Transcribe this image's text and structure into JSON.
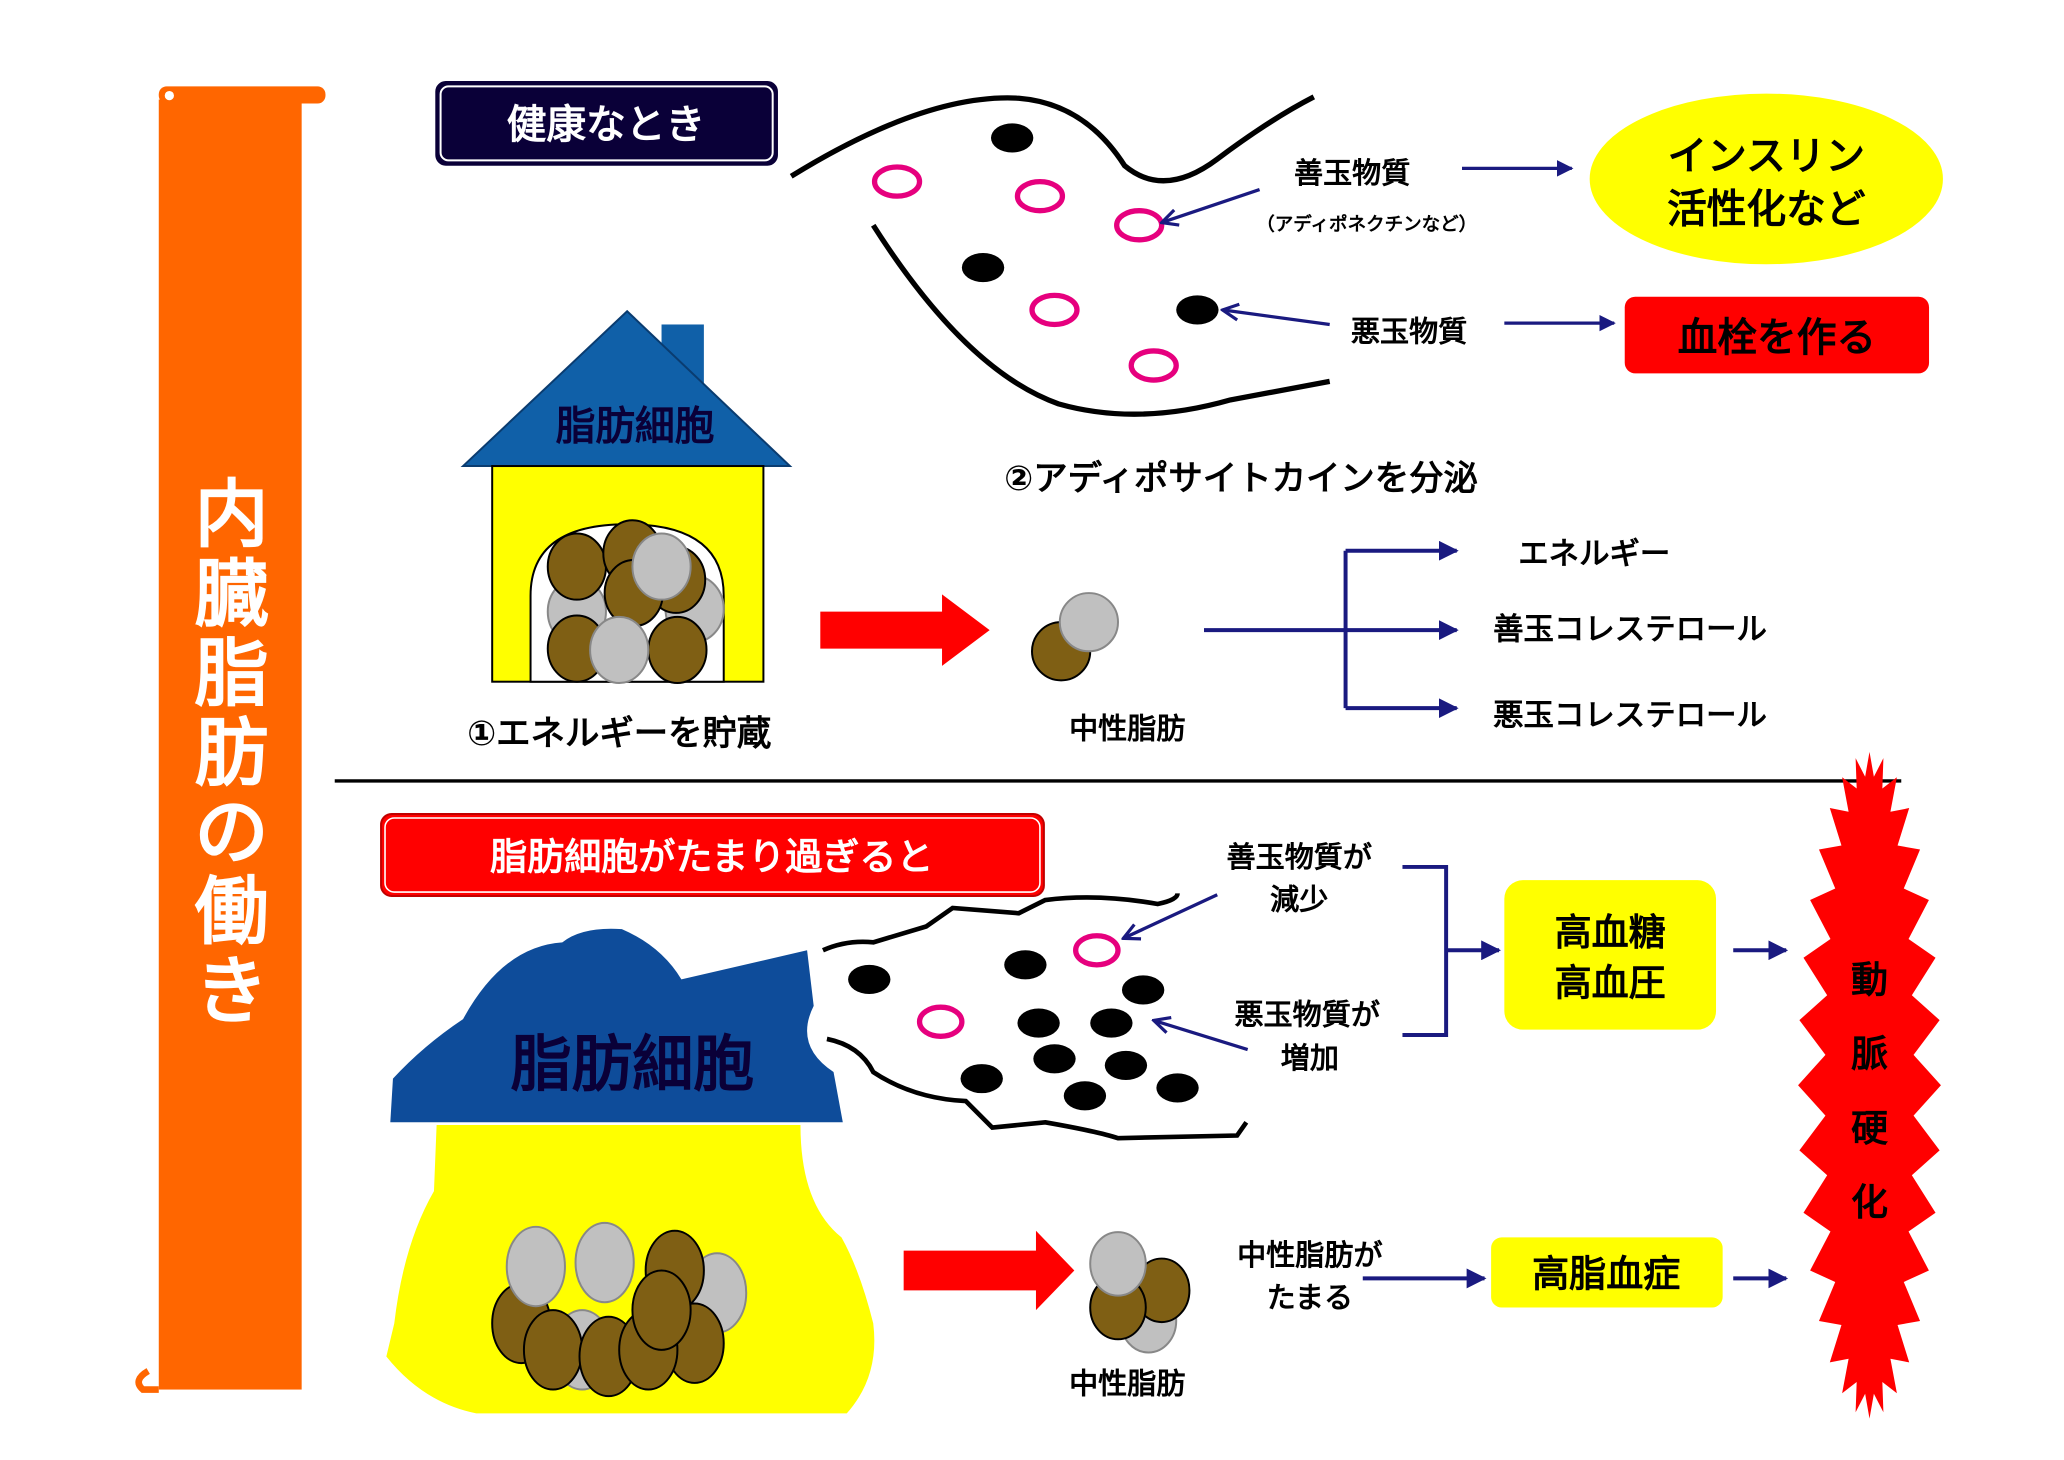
{
  "sidebar": {
    "title": [
      "内",
      "臓",
      "脂",
      "肪",
      "の",
      "働",
      "き"
    ]
  },
  "healthy": {
    "badge": "健康なとき",
    "good_substance": "善玉物質",
    "good_note": "（アディポネクチンなど）",
    "bad_substance": "悪玉物質",
    "insulin": [
      "インスリン",
      "活性化など"
    ],
    "thrombus": "血栓を作る",
    "fat_cell": "脂肪細胞",
    "store_energy": "①エネルギーを貯蔵",
    "secrete": "②アディポサイトカインを分泌",
    "neutral_fat": "中性脂肪",
    "outputs": [
      "エネルギー",
      "善玉コレステロール",
      "悪玉コレステロール"
    ]
  },
  "excess": {
    "badge": "脂肪細胞がたまり過ぎると",
    "fat_cell": "脂肪細胞",
    "good_decrease": [
      "善玉物質が",
      "減少"
    ],
    "bad_increase": [
      "悪玉物質が",
      "増加"
    ],
    "result_box": [
      "高血糖",
      "高血圧"
    ],
    "fat_accumulates": [
      "中性脂肪が",
      "たまる"
    ],
    "hyperlipidemia": "高脂血症",
    "neutral_fat": "中性脂肪",
    "arteriosclerosis": [
      "動",
      "脈",
      "硬",
      "化"
    ]
  },
  "colors": {
    "orange": "#FF6600",
    "navy": "#0A0038",
    "red": "#FF0000",
    "yellow": "#FFFF00",
    "pink": "#E6007E",
    "roof": "#1060A8",
    "brown": "#7F5F14",
    "gray": "#C0C0C0",
    "arrow": "#1A1A80"
  }
}
